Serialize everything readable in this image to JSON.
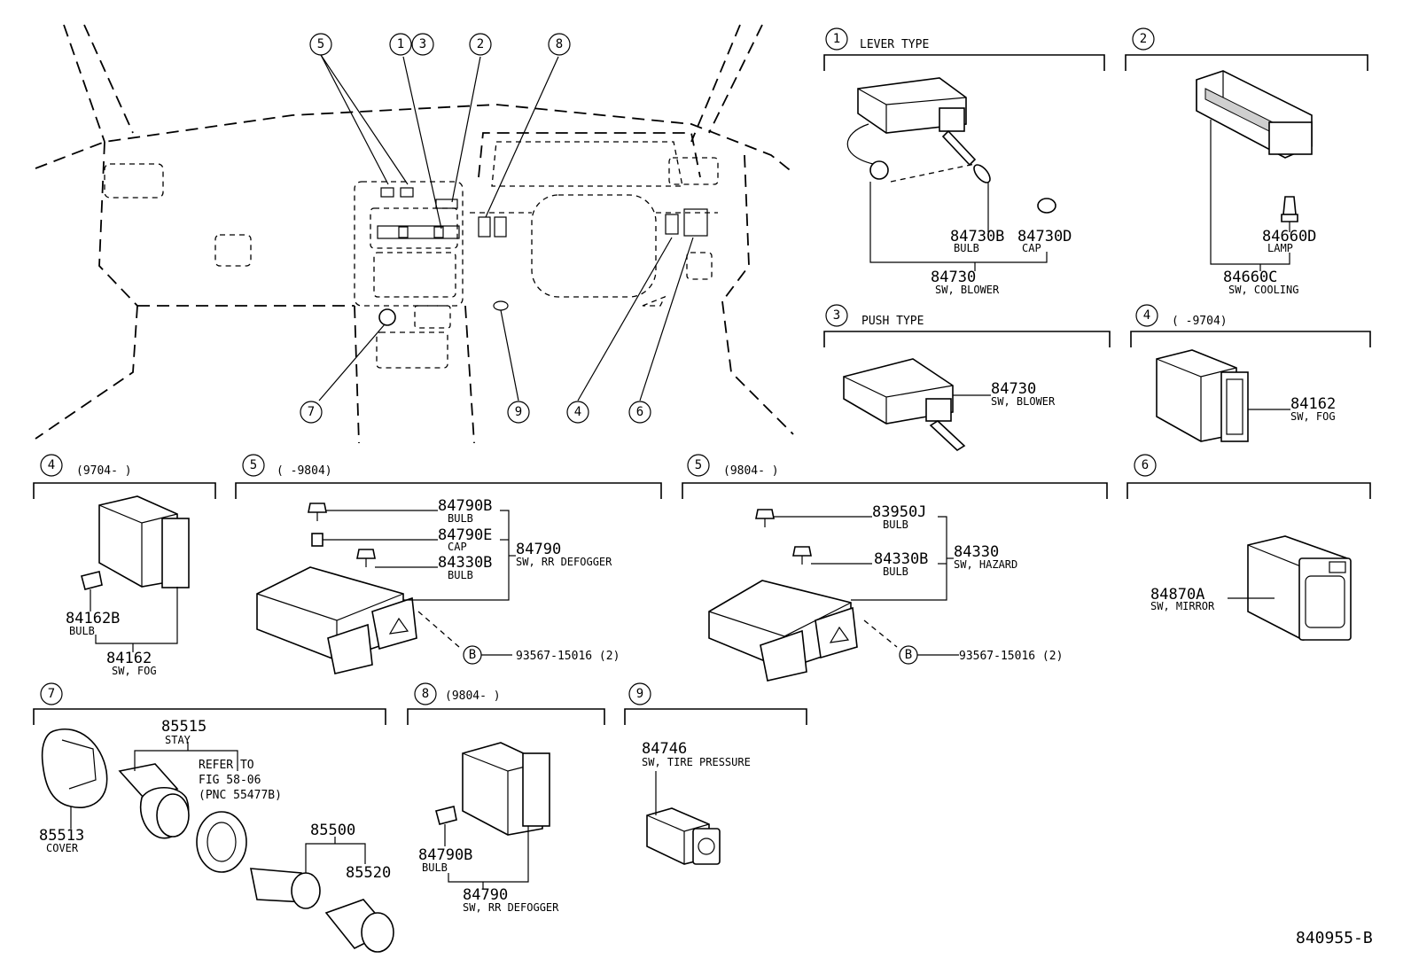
{
  "drawing_code": "840955-B",
  "overview": {
    "callouts": [
      "5",
      "1",
      "3",
      "2",
      "8",
      "7",
      "9",
      "4",
      "6"
    ]
  },
  "sections": {
    "s1": {
      "num": "1",
      "title": "LEVER TYPE",
      "parts": {
        "p84730B": "84730B",
        "bulb": "BULB",
        "p84730D": "84730D",
        "cap": "CAP",
        "p84730": "84730",
        "sw_blower": "SW, BLOWER"
      }
    },
    "s2": {
      "num": "2",
      "parts": {
        "p84660D": "84660D",
        "lamp": "LAMP",
        "p84660C": "84660C",
        "sw_cooling": "SW, COOLING"
      }
    },
    "s3": {
      "num": "3",
      "title": "PUSH TYPE",
      "parts": {
        "p84730": "84730",
        "sw_blower": "SW, BLOWER"
      }
    },
    "s4a": {
      "num": "4",
      "range": "(      -9704)",
      "parts": {
        "p84162": "84162",
        "sw_fog": "SW, FOG"
      }
    },
    "s4b": {
      "num": "4",
      "range": "(9704-      )",
      "parts": {
        "p84162B": "84162B",
        "bulb": "BULB",
        "p84162": "84162",
        "sw_fog": "SW, FOG"
      }
    },
    "s5a": {
      "num": "5",
      "range": "(      -9804)",
      "parts": {
        "p84790B": "84790B",
        "bulb1": "BULB",
        "p84790E": "84790E",
        "cap": "CAP",
        "p84790": "84790",
        "sw_rr": "SW, RR DEFOGGER",
        "p84330B": "84330B",
        "bulb2": "BULB",
        "b": "B",
        "screw": "93567-15016 (2)"
      }
    },
    "s5b": {
      "num": "5",
      "range": "(9804-      )",
      "parts": {
        "p83950J": "83950J",
        "bulb1": "BULB",
        "p84330B": "84330B",
        "bulb2": "BULB",
        "p84330": "84330",
        "sw_hazard": "SW, HAZARD",
        "b": "B",
        "screw": "93567-15016 (2)"
      }
    },
    "s6": {
      "num": "6",
      "parts": {
        "p84870A": "84870A",
        "sw_mirror": "SW, MIRROR"
      }
    },
    "s7": {
      "num": "7",
      "parts": {
        "p85515": "85515",
        "stay": "STAY",
        "ref1": "REFER TO",
        "ref2": "FIG 58-06",
        "ref3": "(PNC 55477B)",
        "p85513": "85513",
        "cover": "COVER",
        "p85500": "85500",
        "p85520": "85520"
      }
    },
    "s8": {
      "num": "8",
      "range": "(9804-      )",
      "parts": {
        "p84790B": "84790B",
        "bulb": "BULB",
        "p84790": "84790",
        "sw_rr": "SW, RR DEFOGGER"
      }
    },
    "s9": {
      "num": "9",
      "parts": {
        "p84746": "84746",
        "sw_tire": "SW, TIRE PRESSURE"
      }
    }
  }
}
